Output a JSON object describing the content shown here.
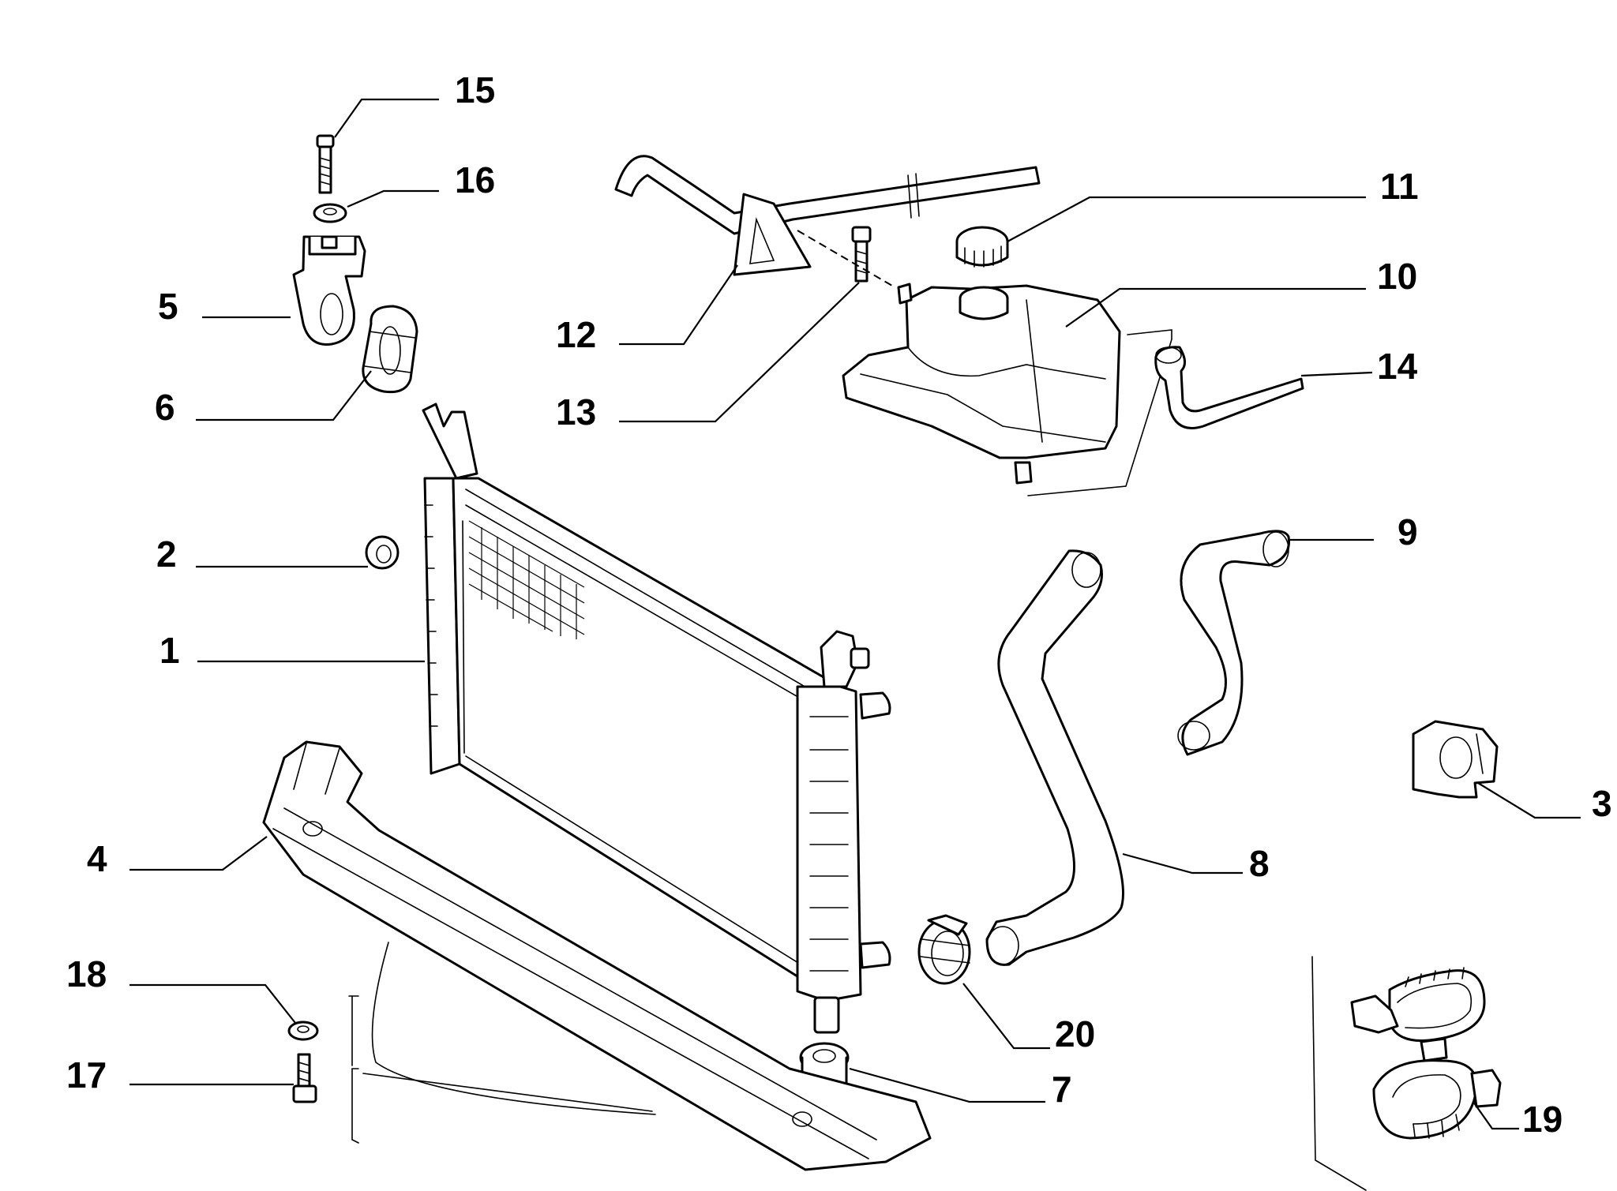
{
  "diagram": {
    "colors": {
      "line": "#000000",
      "background": "#ffffff"
    },
    "callouts": [
      {
        "id": "c1",
        "label": "1",
        "part": "radiator"
      },
      {
        "id": "c2",
        "label": "2",
        "part": "seal-ring"
      },
      {
        "id": "c3",
        "label": "3",
        "part": "hose-clip"
      },
      {
        "id": "c4",
        "label": "4",
        "part": "lower-crossmember"
      },
      {
        "id": "c5",
        "label": "5",
        "part": "upper-bracket"
      },
      {
        "id": "c6",
        "label": "6",
        "part": "rubber-mount"
      },
      {
        "id": "c7",
        "label": "7",
        "part": "lower-rubber-mount"
      },
      {
        "id": "c8",
        "label": "8",
        "part": "lower-hose"
      },
      {
        "id": "c9",
        "label": "9",
        "part": "upper-hose"
      },
      {
        "id": "c10",
        "label": "10",
        "part": "expansion-tank"
      },
      {
        "id": "c11",
        "label": "11",
        "part": "tank-cap"
      },
      {
        "id": "c12",
        "label": "12",
        "part": "bleed-pipe"
      },
      {
        "id": "c13",
        "label": "13",
        "part": "tank-bolt"
      },
      {
        "id": "c14",
        "label": "14",
        "part": "tank-hose"
      },
      {
        "id": "c15",
        "label": "15",
        "part": "bolt"
      },
      {
        "id": "c16",
        "label": "16",
        "part": "washer"
      },
      {
        "id": "c17",
        "label": "17",
        "part": "lower-bolt"
      },
      {
        "id": "c18",
        "label": "18",
        "part": "lower-washer"
      },
      {
        "id": "c19",
        "label": "19",
        "part": "double-clip"
      },
      {
        "id": "c20",
        "label": "20",
        "part": "hose-clamp"
      }
    ]
  }
}
